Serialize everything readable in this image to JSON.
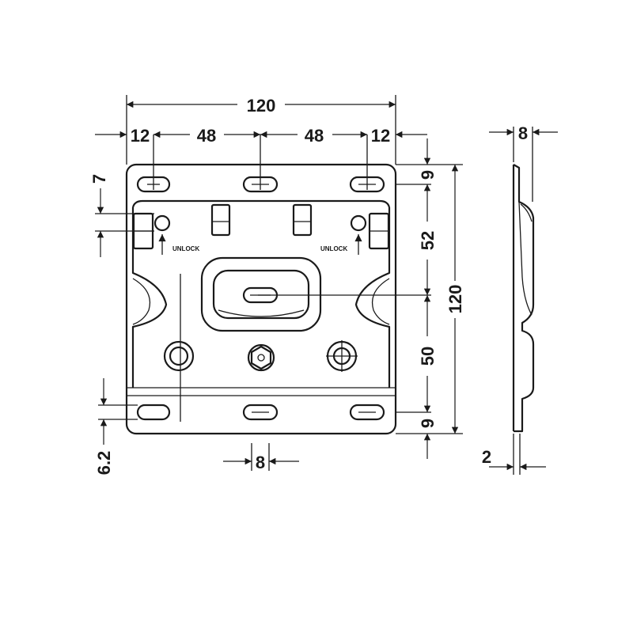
{
  "dimensions": {
    "overall_width": "120",
    "edge_left": "12",
    "spacing_left": "48",
    "spacing_right": "48",
    "edge_right": "12",
    "top_offset": "9",
    "upper_height": "52",
    "lower_height": "50",
    "bottom_offset": "9",
    "overall_height": "120",
    "left_top": "7",
    "left_bottom": "6.2",
    "slot_width": "8",
    "side_depth": "8",
    "thickness": "2"
  },
  "labels": {
    "unlock_left": "UNLOCK",
    "unlock_right": "UNLOCK"
  },
  "colors": {
    "line": "#1a1a1a",
    "background": "#ffffff"
  }
}
